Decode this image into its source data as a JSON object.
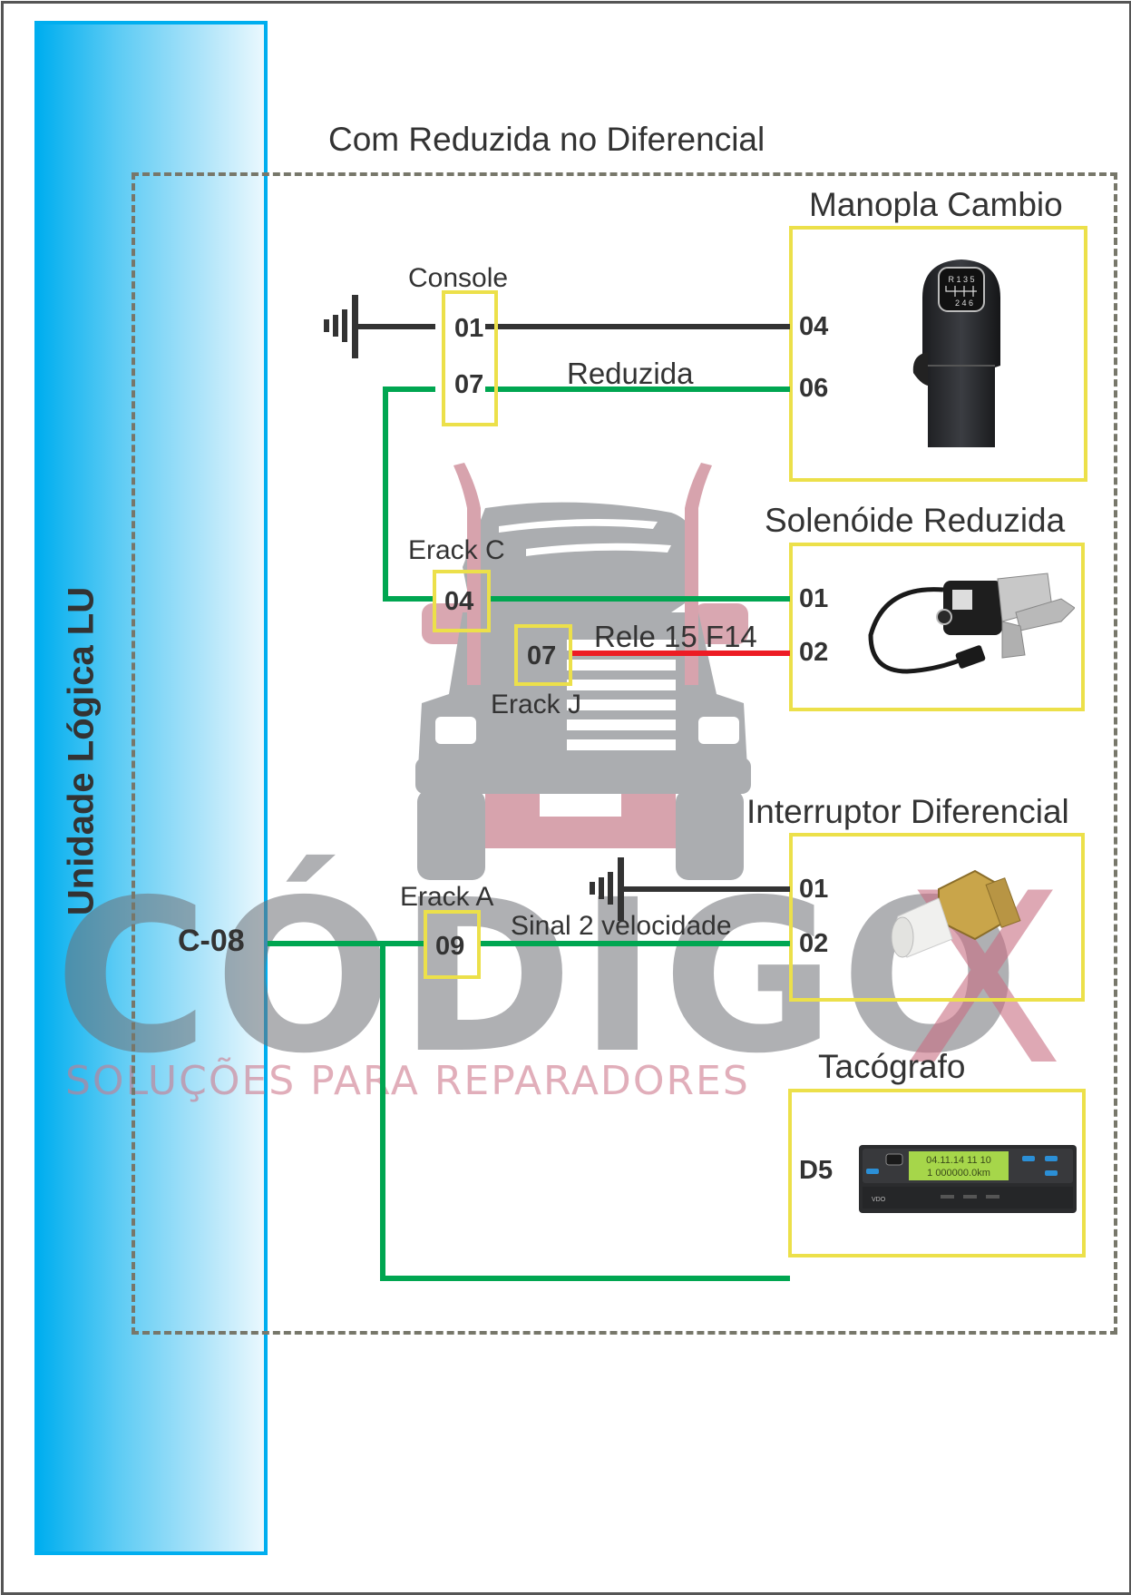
{
  "diagram": {
    "unit_label": "Unidade Lógica LU",
    "section_title": "Com Reduzida no Diferencial",
    "lu_pin": "C-08",
    "components": {
      "manopla": {
        "title": "Manopla Cambio",
        "pins": [
          "04",
          "06"
        ],
        "image": "gear-knob",
        "gear_pattern_top": "R 1 3 5",
        "gear_pattern_bottom": "2 4 6"
      },
      "solenoide": {
        "title": "Solenóide Reduzida",
        "pins": [
          "01",
          "02"
        ],
        "image": "solenoid-valve"
      },
      "interruptor": {
        "title": "Interruptor Diferencial",
        "pins": [
          "01",
          "02"
        ],
        "image": "pressure-switch"
      },
      "tacografo": {
        "title": "Tacógrafo",
        "pins": [
          "D5"
        ],
        "image": "tachograph",
        "display_line1": "04.11.14 11 10",
        "display_line2": "1 000000.0km",
        "brand": "VDO"
      }
    },
    "connectors": {
      "console": {
        "label": "Console",
        "pins": [
          "01",
          "07"
        ]
      },
      "erack_c": {
        "label": "Erack C",
        "pin": "04"
      },
      "erack_j": {
        "label": "Erack J",
        "pin": "07"
      },
      "erack_a": {
        "label": "Erack A",
        "pin": "09"
      }
    },
    "wire_labels": {
      "reduzida": "Reduzida",
      "rele": "Rele 15 F14",
      "sinal": "Sinal 2 velocidade"
    },
    "wire_colors": {
      "ground": "#333333",
      "signal": "#00a651",
      "power": "#ed1c24",
      "connector_box": "#ece04a",
      "lu_blue": "#00aeef"
    },
    "watermark": {
      "brand": "CÓDIGO",
      "brand_x": "X",
      "tagline": "SOLUÇÕES PARA REPARADORES"
    }
  }
}
